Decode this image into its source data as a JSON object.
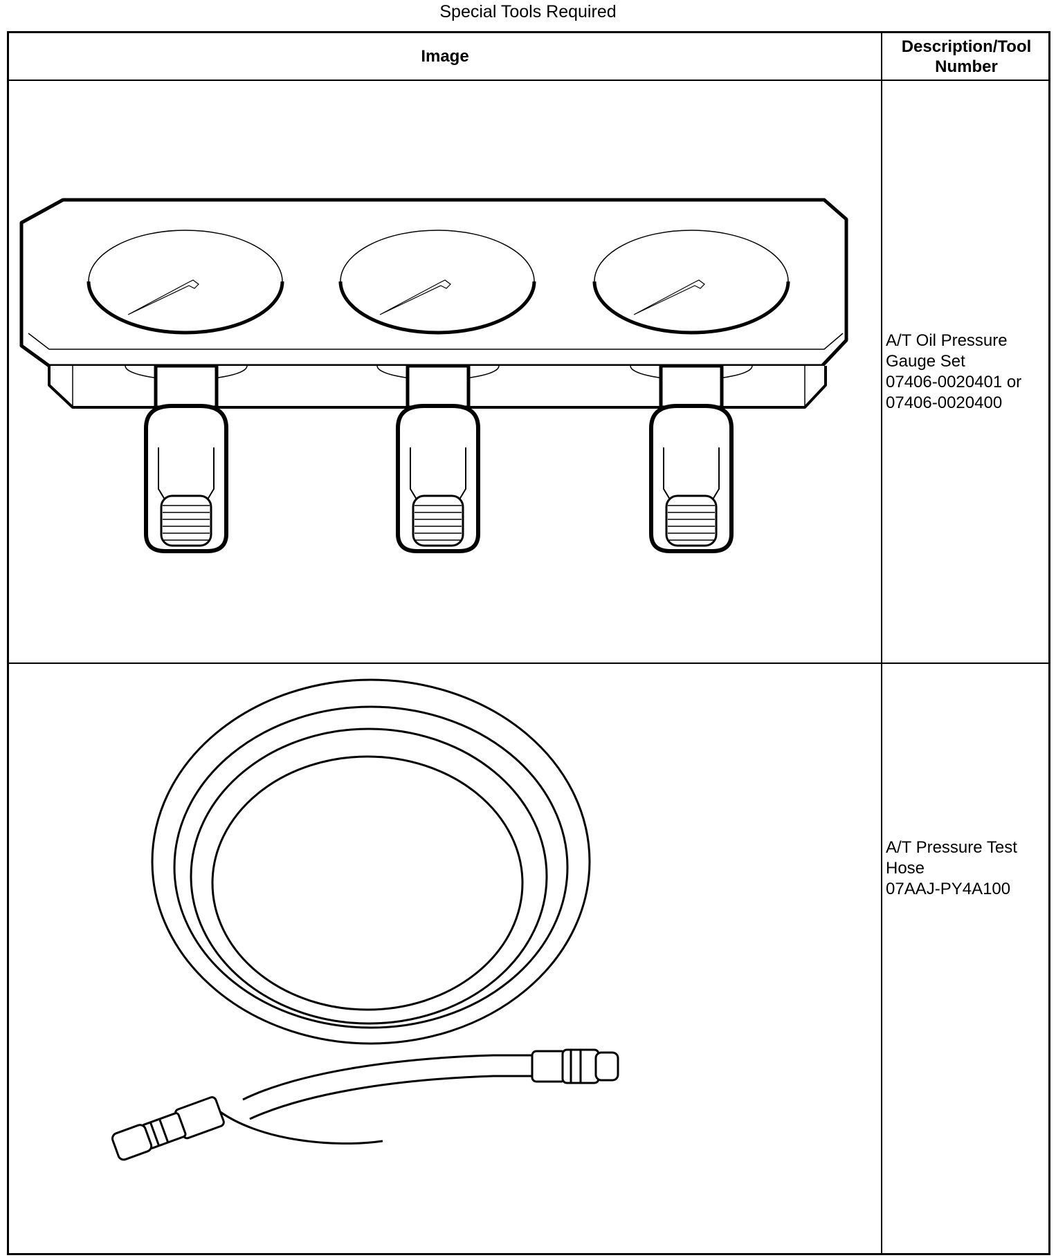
{
  "page_title": "Special Tools Required",
  "table": {
    "headers": {
      "image": "Image",
      "description": "Description/Tool Number"
    },
    "rows": [
      {
        "illustration": "gauge-set-icon",
        "description_lines": [
          "A/T Oil Pressure",
          "Gauge Set",
          "07406-0020401 or",
          "07406-0020400"
        ]
      },
      {
        "illustration": "pressure-hose-icon",
        "description_lines": [
          "A/T Pressure Test",
          "Hose",
          "07AAJ-PY4A100"
        ]
      }
    ]
  }
}
